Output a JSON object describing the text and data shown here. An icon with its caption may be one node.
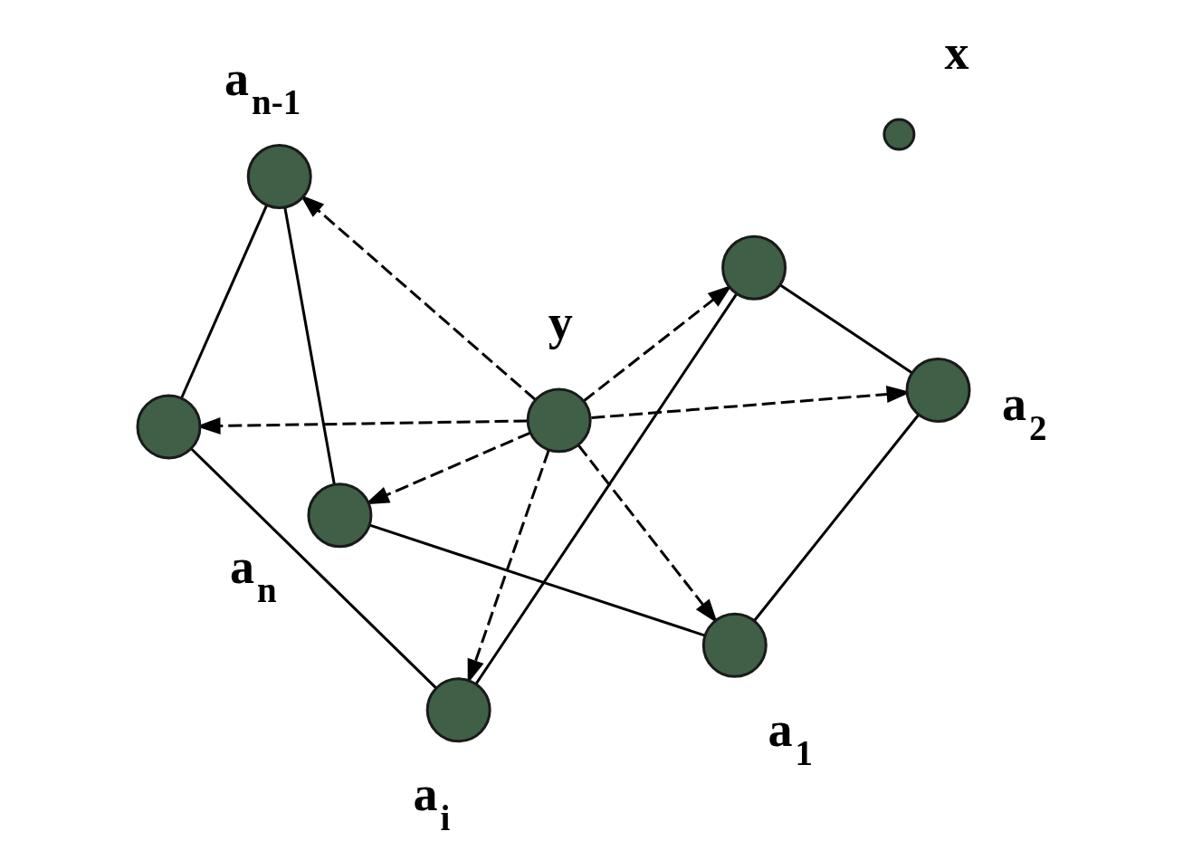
{
  "diagram": {
    "nodes": [
      {
        "text": [],
        "shape": "circle",
        "beside": [
          "a$_{n-1}$"
        ]
      },
      {
        "text": [],
        "shape": "circle"
      },
      {
        "text": [],
        "shape": "circle",
        "beside": [
          "a$_{n}$"
        ]
      },
      {
        "text": [],
        "shape": "circle",
        "beside": [
          "a$_{i}$"
        ]
      },
      {
        "text": [],
        "shape": "circle",
        "beside": [
          "y"
        ]
      },
      {
        "text": [],
        "shape": "circle",
        "beside": [
          "a$_{1}$"
        ]
      },
      {
        "text": [],
        "shape": "circle",
        "beside": [
          "x"
        ]
      },
      {
        "text": [],
        "shape": "circle"
      },
      {
        "text": [],
        "shape": "circle",
        "beside": [
          "a$_{2}$"
        ]
      }
    ],
    "edges": [
      {
        "from": 0,
        "to": 1,
        "arrow": "none"
      },
      {
        "from": 1,
        "to": 3,
        "arrow": "none"
      },
      {
        "from": 3,
        "to": 7,
        "arrow": "none"
      },
      {
        "from": 7,
        "to": 8,
        "arrow": "none"
      },
      {
        "from": 8,
        "to": 5,
        "arrow": "none"
      },
      {
        "from": 5,
        "to": 2,
        "arrow": "none"
      },
      {
        "from": 2,
        "to": 0,
        "arrow": "none"
      },
      {
        "from": 4,
        "to": 0,
        "arrow": "to",
        "style": "dashed"
      },
      {
        "from": 4,
        "to": 1,
        "arrow": "to",
        "style": "dashed"
      },
      {
        "from": 4,
        "to": 3,
        "arrow": "to",
        "style": "dashed"
      },
      {
        "from": 4,
        "to": 7,
        "arrow": "to",
        "style": "dashed"
      },
      {
        "from": 4,
        "to": 8,
        "arrow": "to",
        "style": "dashed"
      },
      {
        "from": 4,
        "to": 5,
        "arrow": "to",
        "style": "dashed"
      },
      {
        "from": 4,
        "to": 2,
        "arrow": "to",
        "style": "dashed"
      }
    ]
  }
}
